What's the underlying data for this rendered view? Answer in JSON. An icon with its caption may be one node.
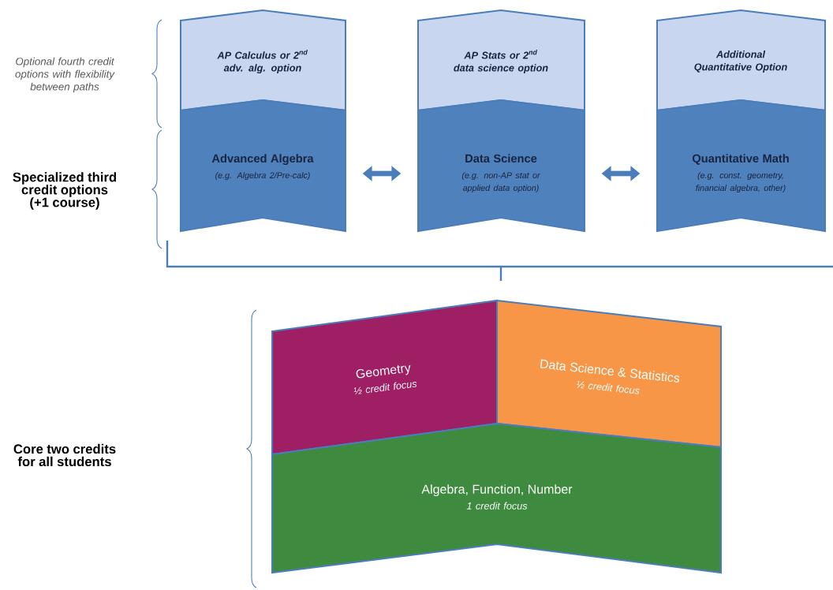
{
  "diagram": {
    "nodes": [
      {
        "text": [
          "AP Calculus or 2$^{nd}$ adv. alg. option"
        ]
      },
      {
        "text": [
          "Advanced Algebra",
          "(e.g. Algebra 2/Pre-calc)"
        ]
      },
      {
        "text": [
          "AP Stats or 2$^{nd}$ data science option"
        ]
      },
      {
        "text": [
          "Data Science",
          "(e.g. non-AP stat or applied data option)"
        ]
      },
      {
        "text": [
          "Additional Quantitative Option"
        ]
      },
      {
        "text": [
          "Quantitative Math",
          "(e.g. const. geometry, financial algebra, other)"
        ]
      },
      {
        "text": [
          "Geometry",
          "½ credit focus"
        ]
      },
      {
        "text": [
          "Data Science & Statistics",
          "½ credit focus"
        ]
      },
      {
        "text": [
          "Algebra, Function, Number",
          "1 credit focus"
        ]
      }
    ],
    "edges": [
      {
        "from": 1,
        "to": 3,
        "arrow": "both"
      },
      {
        "from": 3,
        "to": 5,
        "arrow": "both"
      }
    ],
    "labels": [
      "Optional fourth credit options with flexibility between paths",
      "Specialized third credit options (+1 course)",
      "Core two credits for all students"
    ]
  }
}
